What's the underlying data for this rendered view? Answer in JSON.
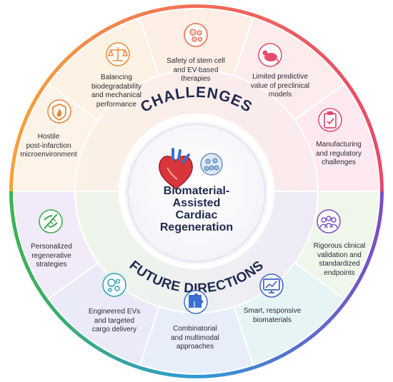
{
  "center": {
    "title": "Biomaterial-Assisted Cardiac Regeneration",
    "title_lines": [
      "Biomaterial-",
      "Assisted",
      "Cardiac",
      "Regeneration"
    ],
    "icons": [
      "heart-icon",
      "cells-dish-icon"
    ]
  },
  "rings": {
    "challenges_label": "CHALLENGES",
    "future_label": "FUTURE DIRECTIONS"
  },
  "challenges": [
    {
      "id": "hostile",
      "lines": [
        "Hostile",
        "post-infarction",
        "microenvironment"
      ],
      "icon": "flame-shield-icon",
      "color": "#f0843a",
      "bg": "#fdf3e8"
    },
    {
      "id": "balancing",
      "lines": [
        "Balancing",
        "biodegradability",
        "and mechanical",
        "performance"
      ],
      "icon": "balance-scale-icon",
      "color": "#f08a3c",
      "bg": "#fdf2e4"
    },
    {
      "id": "safety",
      "lines": [
        "Safety of stem cell",
        "and EV-based",
        "therapies"
      ],
      "icon": "cells-icon",
      "color": "#ee6a4a",
      "bg": "#fdeee6"
    },
    {
      "id": "predictive",
      "lines": [
        "Limited predictive",
        "value of preclinical",
        "models"
      ],
      "icon": "mouse-icon",
      "color": "#e84c6a",
      "bg": "#fdecec"
    },
    {
      "id": "manufacturing",
      "lines": [
        "Manufacturing",
        "and regulatory",
        "challenges"
      ],
      "icon": "clipboard-check-icon",
      "color": "#e6466e",
      "bg": "#fde9ef"
    }
  ],
  "future": [
    {
      "id": "personalized",
      "lines": [
        "Personalized",
        "regenerative",
        "strategies"
      ],
      "icon": "dna-icon",
      "color": "#3ea94e",
      "bg": "#eef7ea"
    },
    {
      "id": "engineered",
      "lines": [
        "Engineered EVs",
        "and targeted",
        "cargo delivery"
      ],
      "icon": "vesicles-icon",
      "color": "#2aa3b5",
      "bg": "#e6f4f5"
    },
    {
      "id": "combinatorial",
      "lines": [
        "Combinatorial",
        "and multimodal",
        "approaches"
      ],
      "icon": "puzzle-icon",
      "color": "#3a6fd0",
      "bg": "#e7eef9"
    },
    {
      "id": "smart",
      "lines": [
        "Smart, responsive",
        "biomaterials"
      ],
      "icon": "monitor-chart-icon",
      "color": "#3b62c8",
      "bg": "#ebeaf9"
    },
    {
      "id": "rigorous",
      "lines": [
        "Rigorous clinical",
        "validation and",
        "standardized",
        "endpoints"
      ],
      "icon": "people-group-icon",
      "color": "#7a50c4",
      "bg": "#f1eaf8"
    }
  ],
  "colors": {
    "title": "#1f2a4e",
    "ring_top": [
      "#f6a23a",
      "#f36d55",
      "#e84a6a"
    ],
    "ring_bottom": [
      "#3fb34f",
      "#2f9ad8",
      "#7a4ec4"
    ]
  }
}
